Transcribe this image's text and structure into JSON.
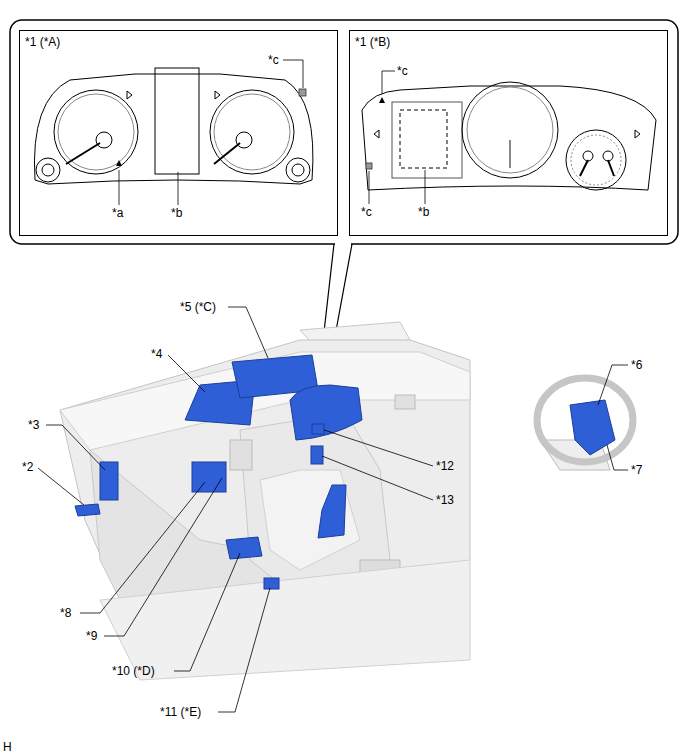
{
  "diagram": {
    "nodes": [
      {
        "text": [
          "*1 (*A)"
        ]
      },
      {
        "text": [
          "*1 (*B)"
        ]
      }
    ],
    "labels": [
      "*c",
      "*a",
      "*b",
      "*c",
      "*c",
      "*b",
      "*5 (*C)",
      "*4",
      "*6",
      "*3",
      "*12",
      "*2",
      "*13",
      "*7",
      "*8",
      "*9",
      "*10 (*D)",
      "*11 (*E)",
      "H"
    ]
  }
}
